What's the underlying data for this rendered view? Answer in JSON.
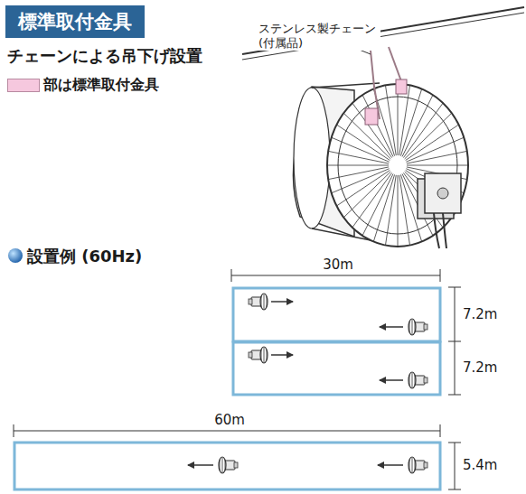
{
  "diagram": {
    "title": "標準取付金具",
    "labels": [
      "チェーンによる吊下げ設置",
      "ステンレス製チェーン (付属品)",
      "設置例 (60Hz)",
      "30m",
      "7.2m",
      "7.2m",
      "60m",
      "5.4m"
    ],
    "legend": [
      {
        "text": "部は標準取付金具",
        "color": "#f6c8de"
      }
    ]
  }
}
